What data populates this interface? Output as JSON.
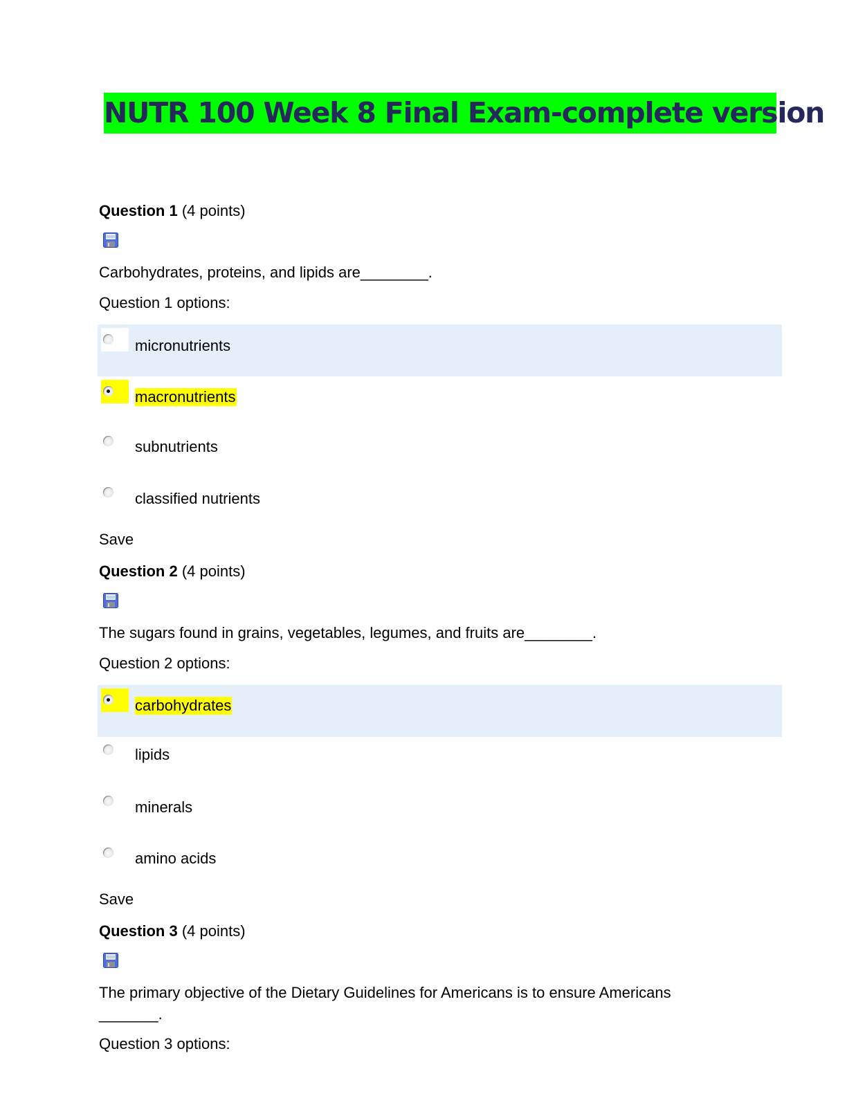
{
  "document": {
    "title": "NUTR 100 Week 8 Final Exam-complete version",
    "title_bg_color": "#00ff00",
    "title_text_color": "#25285a",
    "highlight_color": "#ffff00",
    "option_row_bg_color": "#e4eff9"
  },
  "questions": [
    {
      "label": "Question 1",
      "points": "(4 points)",
      "icon": "save-floppy-icon",
      "prompt": "Carbohydrates, proteins, and lipids are________.",
      "options_label": "Question 1 options:",
      "options": [
        {
          "text": "micronutrients",
          "selected": false
        },
        {
          "text": "macronutrients",
          "selected": true
        },
        {
          "text": "subnutrients",
          "selected": false
        },
        {
          "text": "classified nutrients",
          "selected": false
        }
      ],
      "save_label": "Save"
    },
    {
      "label": "Question 2",
      "points": "(4 points)",
      "icon": "save-floppy-icon",
      "prompt": "The sugars found in grains, vegetables, legumes, and fruits are________.",
      "options_label": "Question 2 options:",
      "options": [
        {
          "text": "carbohydrates",
          "selected": true
        },
        {
          "text": "lipids",
          "selected": false
        },
        {
          "text": "minerals",
          "selected": false
        },
        {
          "text": "amino acids",
          "selected": false
        }
      ],
      "save_label": "Save"
    },
    {
      "label": "Question 3",
      "points": "(4 points)",
      "icon": "save-floppy-icon",
      "prompt_line1": "The primary objective of the Dietary Guidelines for Americans is to ensure Americans",
      "prompt_line2": "_______.",
      "options_label": "Question 3 options:"
    }
  ]
}
